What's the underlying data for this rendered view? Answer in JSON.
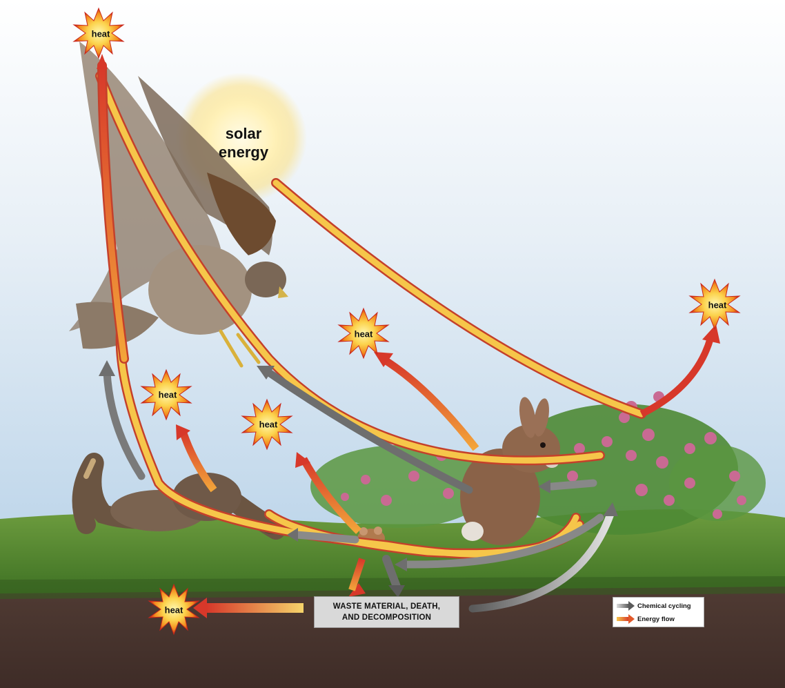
{
  "labels": {
    "solar_line1": "solar",
    "solar_line2": "energy",
    "heat": "heat",
    "waste_line1": "WASTE MATERIAL, DEATH,",
    "waste_line2": "AND DECOMPOSITION"
  },
  "legend": {
    "chemical_cycling": "Chemical cycling",
    "energy_flow": "Energy flow"
  },
  "colors": {
    "energy_yellow": "#f6c64a",
    "energy_red": "#d7382a",
    "chemical_gray": "#6e6e6e",
    "sky_top": "#ffffff",
    "sky_bottom": "#a9c9e4",
    "grass": "#4f8a2c",
    "soil": "#4a3630"
  },
  "icons": [
    "hawk",
    "snake",
    "mouse",
    "rabbit",
    "clover-plants",
    "sun",
    "heat-burst-icon"
  ]
}
